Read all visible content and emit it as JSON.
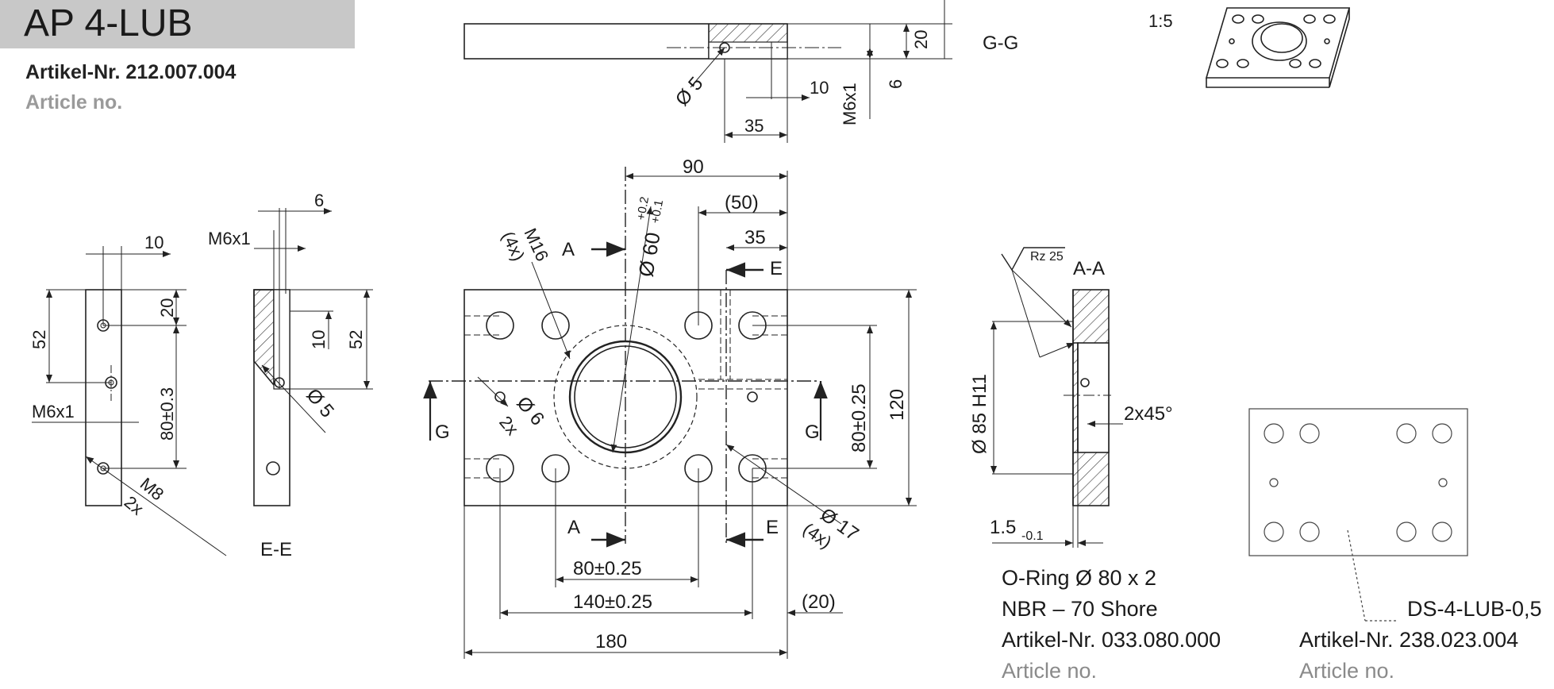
{
  "header": {
    "title": "AP 4-LUB",
    "article_label": "Artikel-Nr. 212.007.004",
    "article_en": "Article no."
  },
  "scale": "1:5",
  "section_labels": {
    "gg": "G-G",
    "ee": "E-E",
    "aa": "A-A"
  },
  "cut_marks": {
    "a": "A",
    "e": "E",
    "g": "G"
  },
  "dims": {
    "gg_20": "20",
    "gg_6": "6",
    "gg_10": "10",
    "gg_35": "35",
    "gg_m6": "M6x1",
    "gg_d5": "Ø 5",
    "top_90": "90",
    "top_50": "(50)",
    "top_35": "35",
    "d60": "Ø 60",
    "d60_tol_up": "+0.2",
    "d60_tol_lo": "+0.1",
    "m16": "M16",
    "m16_count": "(4x)",
    "d6": "Ø 6",
    "d6_count": "2x",
    "d17": "Ø 17",
    "d17_count": "(4x)",
    "right_80": "80±0.25",
    "right_120": "120",
    "bot_80": "80±0.25",
    "bot_140": "140±0.25",
    "bot_20": "(20)",
    "bot_180": "180",
    "e_10": "10",
    "e_52": "52",
    "e_20": "20",
    "e_80": "80±0.3",
    "e_m6": "M6x1",
    "e_m8": "M8",
    "e_m8_count": "2x",
    "ee_6": "6",
    "ee_m6": "M6x1",
    "ee_10": "10",
    "ee_52": "52",
    "ee_d5": "Ø 5",
    "aa_rz": "Rz 25",
    "aa_d85": "Ø 85 H11",
    "aa_chamfer": "2x45°",
    "aa_15": "1.5",
    "aa_15_tol": "-0.1"
  },
  "oring": {
    "line1": "O-Ring Ø 80 x 2",
    "line2": "NBR – 70 Shore",
    "line3": "Artikel-Nr. 033.080.000",
    "line4": "Article no."
  },
  "ds": {
    "name": "DS-4-LUB-0,5",
    "article": "Artikel-Nr. 238.023.004",
    "article_en": "Article no."
  }
}
